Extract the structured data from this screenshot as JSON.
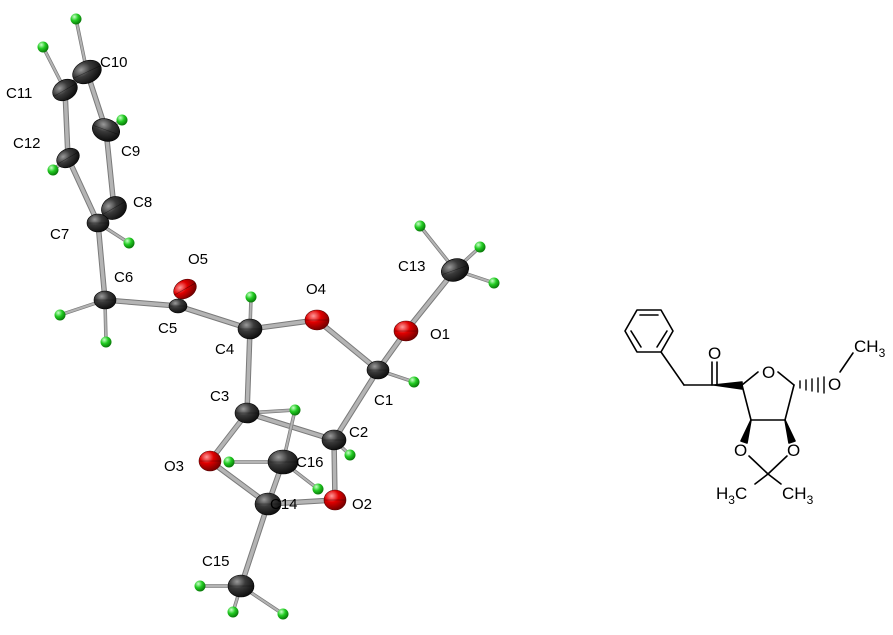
{
  "colors": {
    "carbon": "#303030",
    "oxygen": "#e00000",
    "hydrogen": "#22cc22",
    "bond": "#b4b4b4",
    "background": "#ffffff",
    "ink": "#000000"
  },
  "atom_labels": {
    "C10": "C10",
    "C11": "C11",
    "C9": "C9",
    "C12": "C12",
    "C8": "C8",
    "C7": "C7",
    "C6": "C6",
    "O5": "O5",
    "C5": "C5",
    "O4": "O4",
    "C13": "C13",
    "O1": "O1",
    "C4": "C4",
    "C1": "C1",
    "C3": "C3",
    "C2": "C2",
    "O3": "O3",
    "C16": "C16",
    "C14": "C14",
    "O2": "O2",
    "C15": "C15"
  },
  "structure_labels": {
    "ketone_o": "O",
    "ring_o": "O",
    "methoxy_o": "O",
    "methoxy_c": "CH",
    "methoxy_sub": "3",
    "dioxolane_o_left": "O",
    "dioxolane_o_right": "O",
    "methyl_left_pre": "H",
    "methyl_left_sub": "3",
    "methyl_left_post": "C",
    "methyl_right": "CH",
    "methyl_right_sub": "3"
  }
}
